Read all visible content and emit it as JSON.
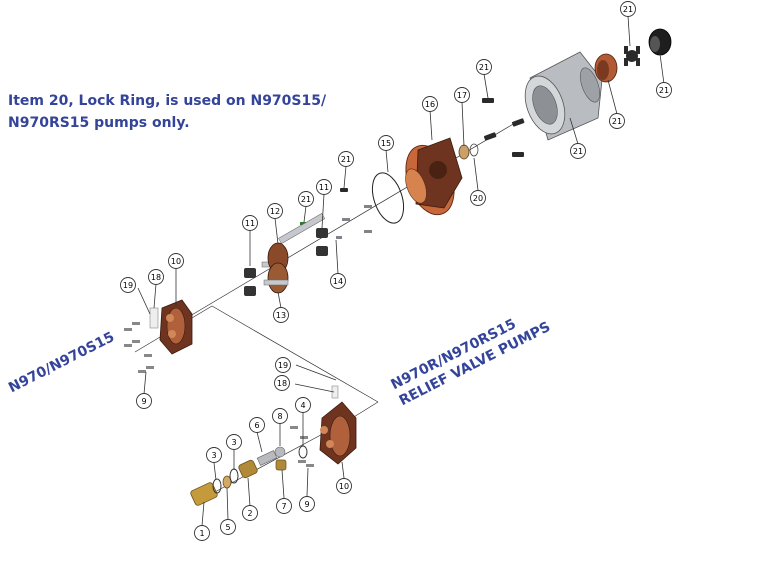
{
  "note": {
    "line1": "Item 20, Lock Ring, is used on N970S15/",
    "line2": "N970RS15 pumps only."
  },
  "label_standard": "N970/N970S15",
  "label_relief": {
    "line1": "N970R/N970RS15",
    "line2": "RELIEF VALVE PUMPS"
  },
  "colors": {
    "text_blue": "#33449a",
    "copper": "#c8683a",
    "dark_copper": "#6e3420",
    "brass": "#c49a3c",
    "gray": "#a7abb0",
    "black": "#2a2a2a"
  },
  "callouts": [
    {
      "id": "c21a",
      "text": "21"
    },
    {
      "id": "c21b",
      "text": "21"
    },
    {
      "id": "c21c",
      "text": "21"
    },
    {
      "id": "c21d",
      "text": "21"
    },
    {
      "id": "c21e",
      "text": "21"
    },
    {
      "id": "c21f",
      "text": "21"
    },
    {
      "id": "c21g",
      "text": "21"
    },
    {
      "id": "c17",
      "text": "17"
    },
    {
      "id": "c16",
      "text": "16"
    },
    {
      "id": "c20",
      "text": "20"
    },
    {
      "id": "c15",
      "text": "15"
    },
    {
      "id": "c11a",
      "text": "11"
    },
    {
      "id": "c11b",
      "text": "11"
    },
    {
      "id": "c12",
      "text": "12"
    },
    {
      "id": "c13",
      "text": "13"
    },
    {
      "id": "c14",
      "text": "14"
    },
    {
      "id": "c10a",
      "text": "10"
    },
    {
      "id": "c18a",
      "text": "18"
    },
    {
      "id": "c19a",
      "text": "19"
    },
    {
      "id": "c9a",
      "text": "9"
    },
    {
      "id": "c19b",
      "text": "19"
    },
    {
      "id": "c18b",
      "text": "18"
    },
    {
      "id": "c8",
      "text": "8"
    },
    {
      "id": "c6",
      "text": "6"
    },
    {
      "id": "c4",
      "text": "4"
    },
    {
      "id": "c3a",
      "text": "3"
    },
    {
      "id": "c3b",
      "text": "3"
    },
    {
      "id": "c5",
      "text": "5"
    },
    {
      "id": "c2",
      "text": "2"
    },
    {
      "id": "c7",
      "text": "7"
    },
    {
      "id": "c9b",
      "text": "9"
    },
    {
      "id": "c10b",
      "text": "10"
    },
    {
      "id": "c1",
      "text": "1"
    }
  ]
}
